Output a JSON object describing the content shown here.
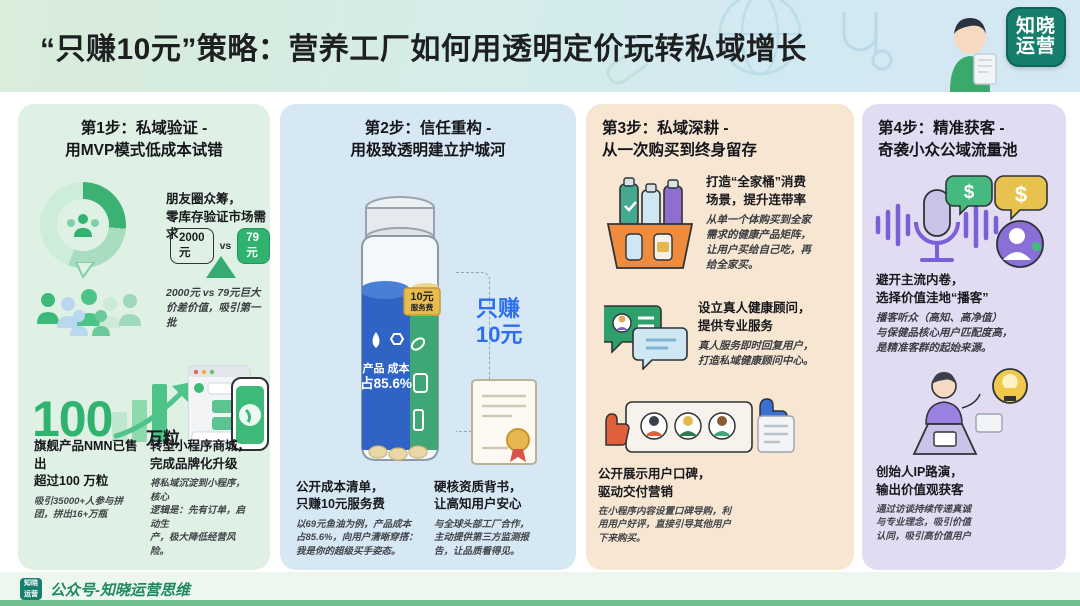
{
  "header": {
    "title": "“只赚10元”策略：营养工厂如何用透明定价玩转私域增长",
    "logo_line1": "知晓",
    "logo_line2": "运营",
    "bg_gradient_from": "#d9eddb",
    "bg_gradient_to": "#d4e8f4"
  },
  "columns": [
    {
      "id": "step1",
      "title": "第1步：私域验证 -\n用MVP模式低成本试错",
      "bg": "#dff0e4",
      "accent": "#2fb36f",
      "note1_head": "朋友圈众筹，\n零库存验证市场需求",
      "chip_left": "2000元",
      "chip_vs": "vs",
      "chip_right": "79元",
      "note1_body": "2000元 vs 79元巨大\n价差价值，吸引第一批",
      "big_number": "100",
      "big_unit": "万粒",
      "foot1_head": "旗舰产品NMN已售出\n超过100  万粒",
      "foot1_body": "吸引35000+人参与拼\n团，拼出16+万瓶",
      "foot2_head": "转型小程序商城，\n完成品牌化升级",
      "foot2_body": "将私域沉淀到小程序，核心\n逻辑是：先有订单，启动生\n产，极大降低经营风险。"
    },
    {
      "id": "step2",
      "title": "第2步：信任重构 -\n用极致透明建立护城河",
      "bg": "#d7e8f5",
      "accent": "#2e6ff2",
      "bottle_fee_label": "10元",
      "bottle_fee_sub": "服务费",
      "bottle_cost_label": "产品  成本",
      "bottle_cost_value": "占85.6%",
      "only_earn": "只赚\n10元",
      "foot1_head": "公开成本清单，\n只赚10元服务费",
      "foot1_body": "以69元鱼油为例，产品成本\n占85.6%，向用户清晰穿搭：\n我是你的超级买手姿态。",
      "foot2_head": "硬核资质背书，\n让高知用户安心",
      "foot2_body": "与全球头部工厂合作，\n主动提供第三方监测报\n告，让品质看得见。"
    },
    {
      "id": "step3",
      "title": "第3步：私域深耕 -\n从一次购买到终身留存",
      "bg": "#f7e6d2",
      "accent": "#e8822e",
      "note1_head": "打造“全家桶”消费\n场景，提升连带率",
      "note1_body": "从单一个体购买到全家\n需求的健康产品矩阵，\n让用户买给自己吃，再\n给全家买。",
      "note2_head": "设立真人健康顾问，\n提供专业服务",
      "note2_body": "真人服务即时回复用户，\n打造私域健康顾问中心。",
      "foot1_head": "公开展示用户口碑，\n驱动交付营销",
      "foot1_body": "在小程序内容设置口碑导购，利\n用用户好评，直接引导其他用户\n下来购买。"
    },
    {
      "id": "step4",
      "title": "第4步：精准获客 -\n奇袭小众公域流量池",
      "bg": "#e2dcf3",
      "accent": "#7b5fd6",
      "note1_head": "避开主流内卷，\n选择价值洼地“播客”",
      "note1_body": "播客听众（高知、高净值）\n与保健品核心用户匹配度高，\n是精准客群的起始来源。",
      "foot1_head": "创始人IP路演，\n输出价值观获客",
      "foot1_body": "通过访谈持续传递真诚\n与专业理念，吸引价值\n认同，吸引高价值用户"
    }
  ],
  "footer": {
    "logo_line1": "知晓",
    "logo_line2": "运营",
    "text": "公众号-知晓运营思维",
    "color": "#1e8a63"
  }
}
